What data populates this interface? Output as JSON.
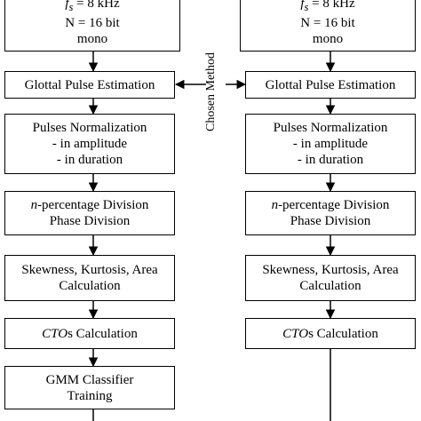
{
  "diagram": {
    "left": {
      "input": {
        "fs": "f",
        "fs_sub": "s",
        "fs_rest": " = 8 kHz",
        "bits": "N = 16 bit",
        "mode": "mono"
      },
      "glottal": "Glottal Pulse Estimation",
      "norm": [
        "Pulses Normalization",
        "- in amplitude",
        "- in duration"
      ],
      "division": {
        "n_var": "n",
        "n_rest": "-percentage Division",
        "phase": "Phase Division"
      },
      "stats": [
        "Skewness, Kurtosis, Area",
        "Calculation"
      ],
      "cto": {
        "var": "CTO",
        "rest": "s Calculation"
      },
      "gmm": [
        "GMM Classifier",
        "Training"
      ]
    },
    "right": {
      "input": {
        "fs": "f",
        "fs_sub": "s",
        "fs_rest": " = 8 kHz",
        "bits": "N = 16 bit",
        "mode": "mono"
      },
      "glottal": "Glottal Pulse Estimation",
      "norm": [
        "Pulses Normalization",
        "- in amplitude",
        "- in duration"
      ],
      "division": {
        "n_var": "n",
        "n_rest": "-percentage Division",
        "phase": "Phase Division"
      },
      "stats": [
        "Skewness, Kurtosis, Area",
        "Calculation"
      ],
      "cto": {
        "var": "CTO",
        "rest": "s Calculation"
      }
    },
    "side_label": "Chosen Method"
  }
}
